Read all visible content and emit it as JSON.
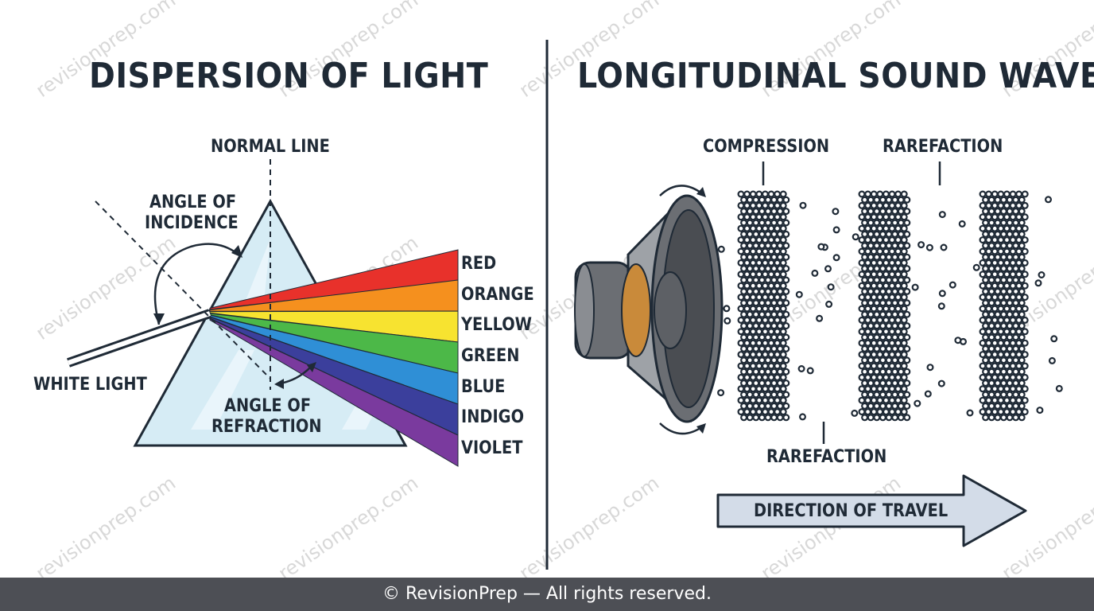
{
  "watermark": "revisionprep.com",
  "left": {
    "title": "DISPERSION OF LIGHT",
    "normal_line": "NORMAL LINE",
    "angle_incidence": [
      "ANGLE OF",
      "INCIDENCE"
    ],
    "white_light": "WHITE LIGHT",
    "angle_refraction": [
      "ANGLE OF",
      "REFRACTION"
    ],
    "spectrum": [
      {
        "name": "RED",
        "color": "#e8312b"
      },
      {
        "name": "ORANGE",
        "color": "#f5901e"
      },
      {
        "name": "YELLOW",
        "color": "#f7e330"
      },
      {
        "name": "GREEN",
        "color": "#4cb848"
      },
      {
        "name": "BLUE",
        "color": "#2f8fd6"
      },
      {
        "name": "INDIGO",
        "color": "#3b3f9c"
      },
      {
        "name": "VIOLET",
        "color": "#7a3a9e"
      }
    ]
  },
  "right": {
    "title": "LONGITUDINAL SOUND WAVE",
    "compression": "COMPRESSION",
    "rarefaction_top": "RAREFACTION",
    "rarefaction_bottom": "RAREFACTION",
    "direction": "DIRECTION OF TRAVEL"
  },
  "footer": "© RevisionPrep — All rights reserved.",
  "colors": {
    "ink": "#1f2a36",
    "prism_fill": "#d6ecf5",
    "speaker_grey": "#6b6e73",
    "speaker_copper": "#c98a3a",
    "arrow_fill": "#d3dce8",
    "footer_bg": "#4d4f55"
  }
}
